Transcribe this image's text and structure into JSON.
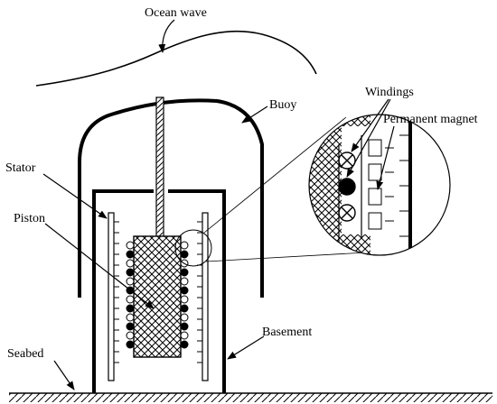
{
  "labels": {
    "ocean_wave": "Ocean wave",
    "buoy": "Buoy",
    "stator": "Stator",
    "piston": "Piston",
    "windings": "Windings",
    "permanent_magnet": "Permanent magnet",
    "basement": "Basement",
    "seabed": "Seabed"
  },
  "colors": {
    "line": "#000000",
    "background": "#ffffff"
  }
}
